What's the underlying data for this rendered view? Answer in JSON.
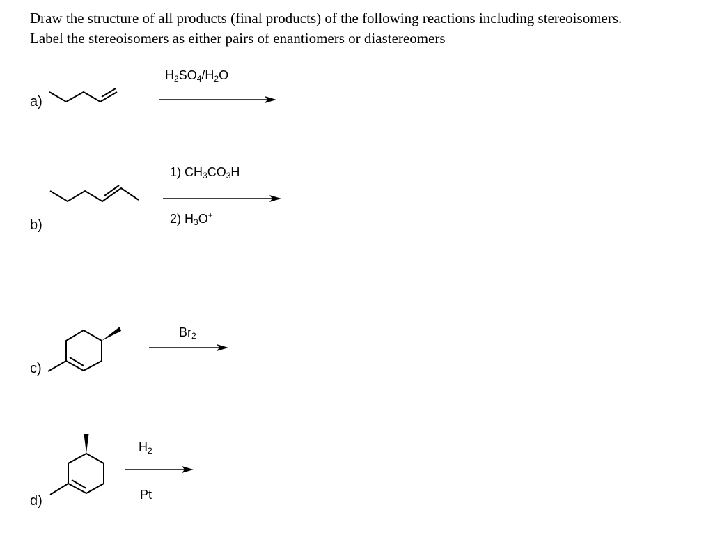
{
  "instructions": {
    "line1": "Draw the structure of all products (final products) of the following reactions including stereoisomers.",
    "line2": "Label the stereoisomers as either pairs of enantiomers or diastereomers"
  },
  "reactions": [
    {
      "label": "a)",
      "reagents_above": [
        {
          "parts": [
            {
              "t": "H"
            },
            {
              "sub": "2"
            },
            {
              "t": "SO"
            },
            {
              "sub": "4"
            },
            {
              "t": "/H"
            },
            {
              "sub": "2"
            },
            {
              "t": "O"
            }
          ]
        }
      ],
      "reagents_below": [],
      "arrow_icon": "reaction-arrow-icon",
      "substrate_icon": "1-pentene-structure-icon"
    },
    {
      "label": "b)",
      "reagents_above": [
        {
          "parts": [
            {
              "t": "1) CH"
            },
            {
              "sub": "3"
            },
            {
              "t": "CO"
            },
            {
              "sub": "3"
            },
            {
              "t": "H"
            }
          ]
        }
      ],
      "reagents_below": [
        {
          "parts": [
            {
              "t": "2) H"
            },
            {
              "sub": "3"
            },
            {
              "t": "O"
            },
            {
              "sup": "+"
            }
          ]
        }
      ],
      "arrow_icon": "reaction-arrow-icon",
      "substrate_icon": "2-hexene-structure-icon"
    },
    {
      "label": "c)",
      "reagents_above": [
        {
          "parts": [
            {
              "t": "Br"
            },
            {
              "sub": "2"
            }
          ]
        }
      ],
      "reagents_below": [],
      "arrow_icon": "reaction-arrow-icon",
      "substrate_icon": "dimethylcyclohexene-structure-icon"
    },
    {
      "label": "d)",
      "reagents_above": [
        {
          "parts": [
            {
              "t": "H"
            },
            {
              "sub": "2"
            }
          ]
        }
      ],
      "reagents_below": [
        {
          "parts": [
            {
              "t": "Pt"
            }
          ]
        }
      ],
      "arrow_icon": "reaction-arrow-icon",
      "substrate_icon": "dimethylcyclohexene-structure-icon"
    }
  ]
}
